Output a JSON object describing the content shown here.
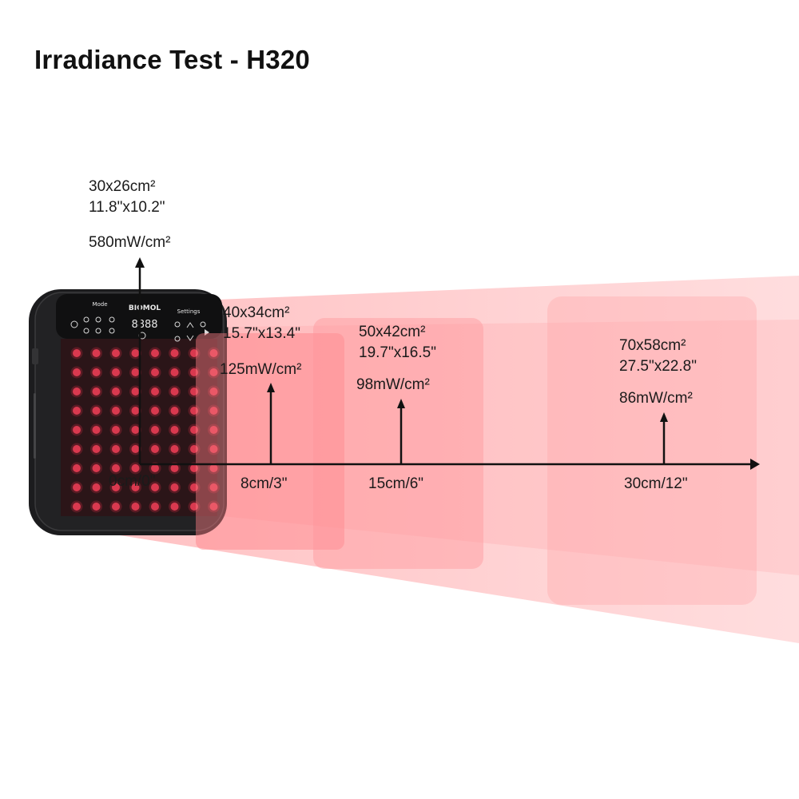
{
  "title": "Irradiance Test - H320",
  "device": {
    "brand": "BIOMOL",
    "mode_label": "Mode",
    "settings_label": "Settings",
    "display_value": "8888",
    "led_color": "#d9394f",
    "body_color": "#1c1c1e"
  },
  "colors": {
    "beam": "#ff9a9a",
    "panel": "#ff7f86",
    "axis": "#111111"
  },
  "origin": {
    "area_cm": "30x26cm²",
    "area_in": "11.8\"x10.2\"",
    "irradiance": "580mW/cm²",
    "distance": "0cm/0\""
  },
  "measurements": [
    {
      "distance": "8cm/3\"",
      "area_cm": "40x34cm²",
      "area_in": "15.7\"x13.4\"",
      "irradiance": "125mW/cm²"
    },
    {
      "distance": "15cm/6\"",
      "area_cm": "50x42cm²",
      "area_in": "19.7\"x16.5\"",
      "irradiance": "98mW/cm²"
    },
    {
      "distance": "30cm/12\"",
      "area_cm": "70x58cm²",
      "area_in": "27.5\"x22.8\"",
      "irradiance": "86mW/cm²"
    }
  ]
}
